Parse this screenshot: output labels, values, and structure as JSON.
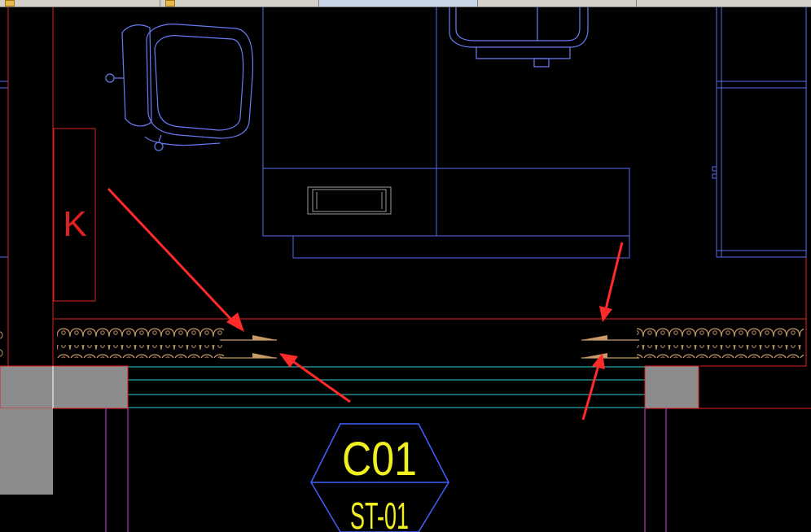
{
  "window": {
    "toolbar_tabs": [
      "",
      "",
      "",
      "",
      ""
    ]
  },
  "drawing": {
    "room_label": "K",
    "tag_code": "C01",
    "tag_sub": "ST-01"
  },
  "colors": {
    "background": "#000000",
    "wall_red": "#e02020",
    "furniture_blue": "#5a6cf0",
    "rail_cyan": "#30d0d0",
    "curtain_tan": "#c89a66",
    "column_gray": "#8c8c8c",
    "tag_yellow": "#f0f020",
    "tag_border": "#4060ff",
    "arrow_red": "#ff2a2a",
    "magenta_line": "#e040e0"
  }
}
